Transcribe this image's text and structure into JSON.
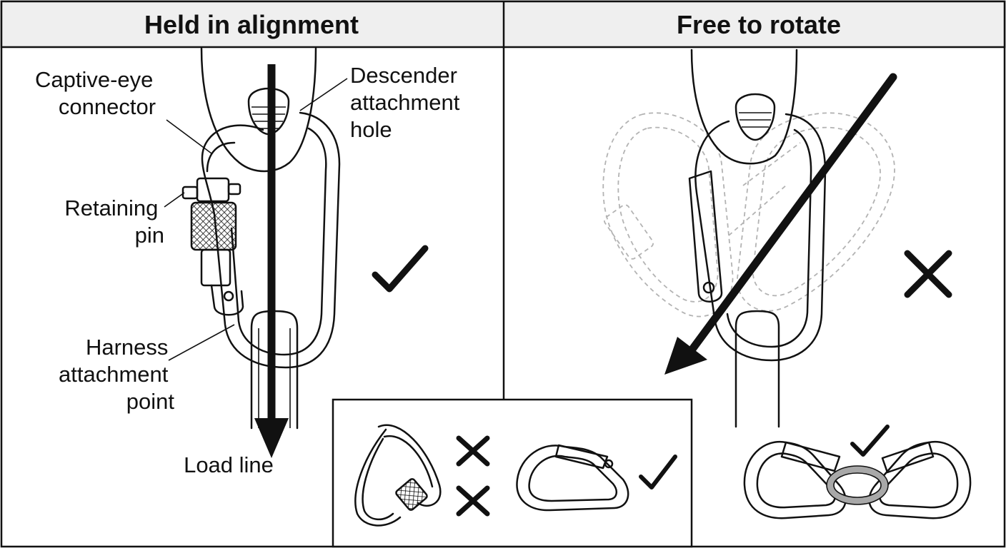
{
  "panels": {
    "left": {
      "title": "Held in alignment",
      "verdict": "check"
    },
    "right": {
      "title": "Free to rotate",
      "verdict": "cross"
    }
  },
  "labels": {
    "captive_eye": [
      "Captive-eye",
      "connector"
    ],
    "descender_hole": [
      "Descender",
      "attachment",
      "hole"
    ],
    "retaining_pin": [
      "Retaining",
      "pin"
    ],
    "harness_point": [
      "Harness",
      "attachment",
      "point"
    ],
    "load_line": "Load line"
  },
  "inset": {
    "items": [
      {
        "name": "screwgate-triangular-carabiner",
        "verdict": "double-cross"
      },
      {
        "name": "pear-carabiner-with-bar",
        "verdict": "check"
      },
      {
        "name": "two-carabiners-linked-by-ring",
        "verdict": "check"
      }
    ]
  },
  "colors": {
    "ink": "#111111",
    "ghost": "#b3b3b3",
    "ring": "#a8a8a8",
    "header_bg": "#efefef"
  }
}
